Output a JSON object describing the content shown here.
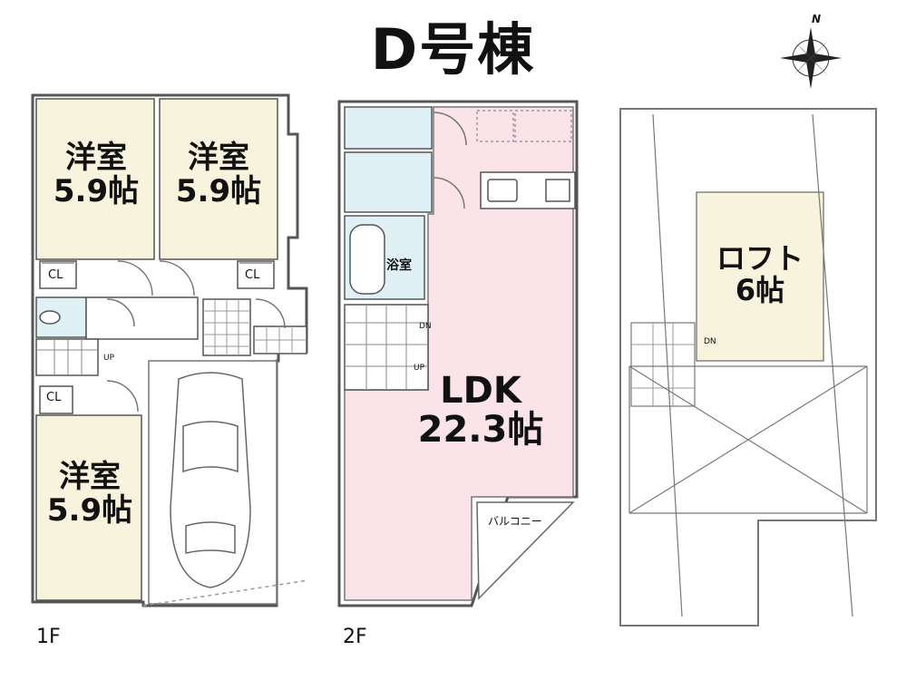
{
  "title": "D号棟",
  "compass": "N",
  "floor1": {
    "label": "1F",
    "room_a": {
      "name": "洋室",
      "size": "5.9帖"
    },
    "room_b": {
      "name": "洋室",
      "size": "5.9帖"
    },
    "room_c": {
      "name": "洋室",
      "size": "5.9帖"
    },
    "closet": "CL",
    "stairs_up": "UP"
  },
  "floor2": {
    "label": "2F",
    "ldk": {
      "name": "LDK",
      "size": "22.3帖"
    },
    "bath": "浴室",
    "balcony": "バルコニー",
    "stairs_dn": "DN",
    "stairs_up": "UP"
  },
  "loft": {
    "name": "ロフト",
    "size": "6帖",
    "stairs_dn": "DN"
  },
  "colors": {
    "room_yellow": "#f8f3dc",
    "ldk_pink": "#fae4ea",
    "wet_blue": "#dff0f6",
    "wall": "#555555"
  }
}
